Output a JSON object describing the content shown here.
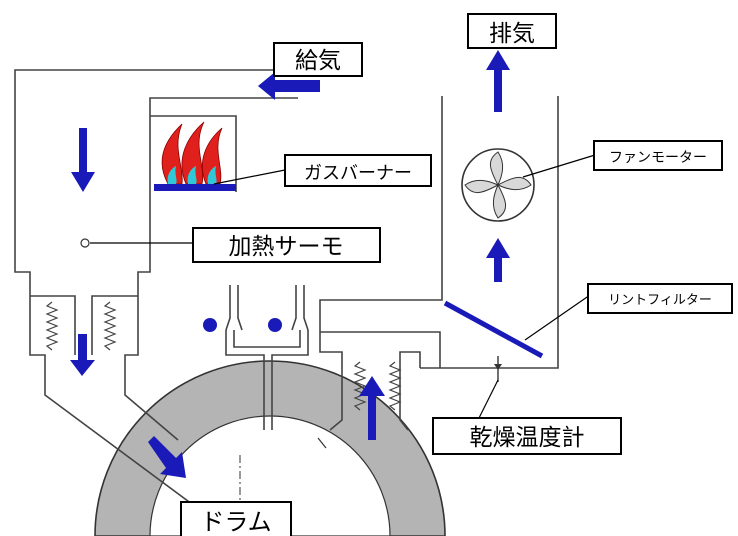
{
  "labels": {
    "exhaust": "排気",
    "supply_air": "給気",
    "gas_burner": "ガスバーナー",
    "fan_motor": "ファンモーター",
    "heating_thermostat": "加熱サーモ",
    "lint_filter": "リントフィルター",
    "drying_thermometer": "乾燥温度計",
    "drum": "ドラム"
  },
  "colors": {
    "arrow": "#1a1ab8",
    "flame_red": "#e0201c",
    "flame_cyan": "#2fc8d8",
    "drum_gray": "#b4b4b4",
    "line": "#444444"
  }
}
